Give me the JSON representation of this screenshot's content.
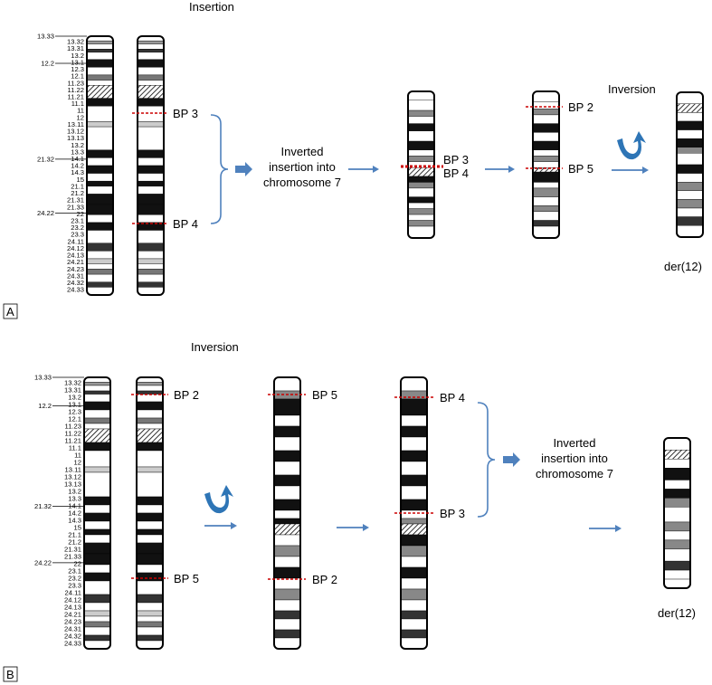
{
  "band_labels": {
    "right": [
      "13.32",
      "13.31",
      "13.2",
      "13.1",
      "12.3",
      "12.1",
      "11.23",
      "11.22",
      "11.21",
      "11.1",
      "11",
      "12",
      "13.11",
      "13.12",
      "13.13",
      "13.2",
      "13.3",
      "14.1",
      "14.2",
      "14.3",
      "15",
      "21.1",
      "21.2",
      "21.31",
      "21.33",
      "22",
      "23.1",
      "23.2",
      "23.3",
      "24.11",
      "24.12",
      "24.13",
      "24.21",
      "24.23",
      "24.31",
      "24.32",
      "24.33"
    ],
    "left": [
      "13.33",
      "12.2",
      "21.32",
      "24.22"
    ]
  },
  "panel_a": {
    "label": "A",
    "title": "Insertion",
    "inversion_label": "Inversion",
    "insertion_text": [
      "Inverted",
      "insertion into",
      "chromosome 7"
    ],
    "bp3": "BP 3",
    "bp4": "BP 4",
    "bp2": "BP 2",
    "bp5": "BP 5",
    "der": "der(12)"
  },
  "panel_b": {
    "label": "B",
    "title": "Inversion",
    "insertion_text": [
      "Inverted",
      "insertion into",
      "chromosome 7"
    ],
    "bp2": "BP 2",
    "bp5": "BP 5",
    "bp4": "BP 4",
    "bp3": "BP 3",
    "der": "der(12)"
  },
  "colors": {
    "breakpoint": "#cc0000",
    "arrow": "#4f81bd",
    "brace": "#4f81bd",
    "curved_arrow": "#2e75b6"
  }
}
